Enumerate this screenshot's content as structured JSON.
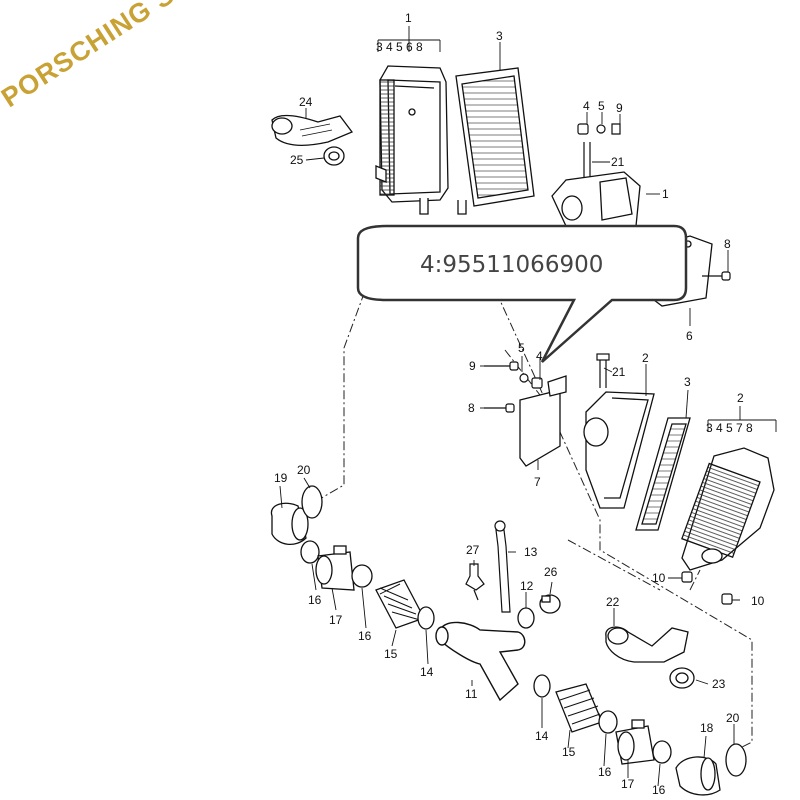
{
  "watermark": "PORSCHING STORE",
  "callout": "4:95511066900",
  "labels": {
    "l1": "1",
    "l1sub": "3 4 5 6 8",
    "l3a": "3",
    "l24": "24",
    "l25": "25",
    "l4a": "4",
    "l5a": "5",
    "l9a": "9",
    "l21a": "21",
    "l1b": "1",
    "l8a": "8",
    "l6": "6",
    "l5b": "5",
    "l9b": "9",
    "l4b": "4",
    "l21b": "21",
    "l2a": "2",
    "l3b": "3",
    "l2b": "2",
    "l2sub": "3 4 5 7 8",
    "l8b": "8",
    "l7": "7",
    "l19a": "19",
    "l20a": "20",
    "l16a": "16",
    "l17a": "17",
    "l16b": "16",
    "l15a": "15",
    "l14a": "14",
    "l11": "11",
    "l27": "27",
    "l13": "13",
    "l12": "12",
    "l26": "26",
    "l10a": "10",
    "l10b": "10",
    "l22": "22",
    "l23": "23",
    "l14b": "14",
    "l15b": "15",
    "l16c": "16",
    "l17b": "17",
    "l16d": "16",
    "l18": "18",
    "l20b": "20"
  }
}
